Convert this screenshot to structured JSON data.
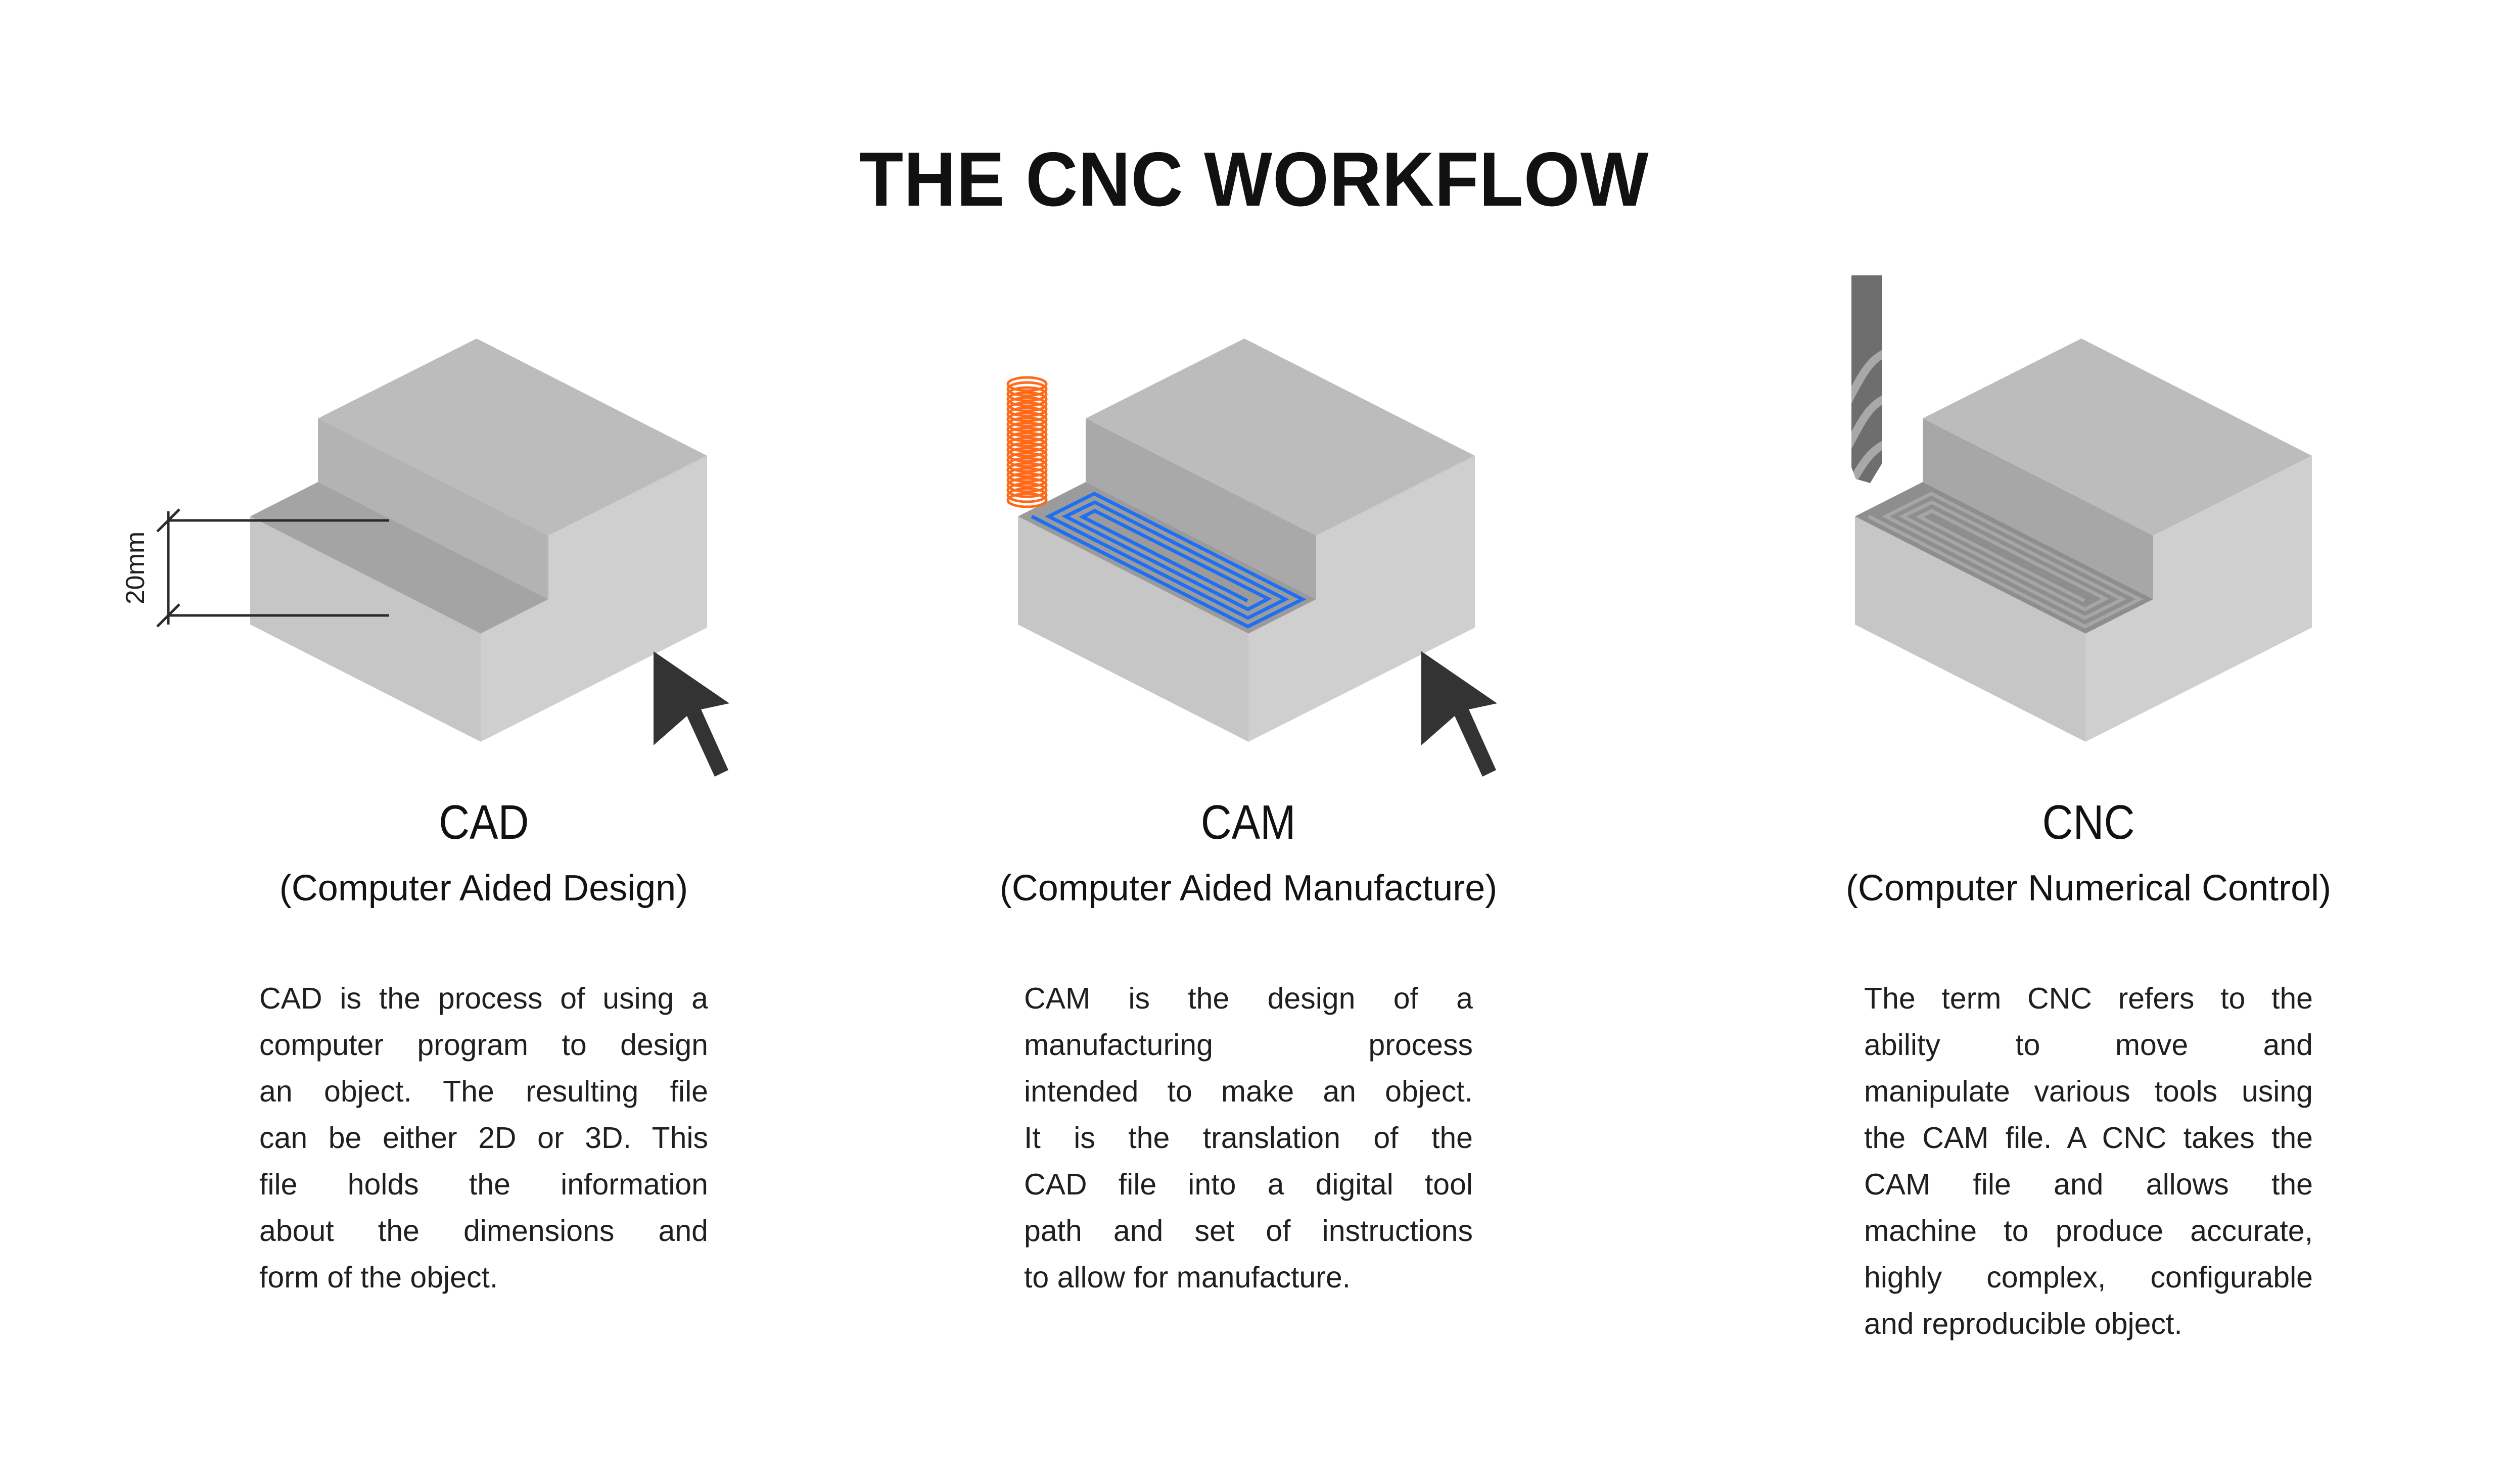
{
  "title": "THE CNC WORKFLOW",
  "dimension_label": "20mm",
  "colors": {
    "background": "#ffffff",
    "text": "#1f1f1f",
    "block_top": "#bcbcbc",
    "block_right": "#cfcfcf",
    "block_front": "#c6c6c6",
    "block_riser": "#b3b3b3",
    "block_ledge": "#a4a4a4",
    "cam_ledge": "#9b9b9b",
    "cnc_ledge": "#8e8e8e",
    "toolpath_blue": "#1e6ff2",
    "toolpath_gray": "#a6a6a6",
    "mill_coil_orange": "#ff6a1a",
    "drill_gray": "#6e6e6e",
    "drill_flute_gray": "#a8a8a8",
    "cursor_gray": "#333333",
    "dimension_line": "#2b2b2b"
  },
  "sections": [
    {
      "acronym": "CAD",
      "full_name": "(Computer Aided Design)",
      "body_lines": [
        "CAD is the process of using a",
        "computer program to design",
        "an object. The resulting file",
        "can be either 2D or 3D. This",
        "file holds the information",
        "about the dimensions and",
        "form of the object."
      ]
    },
    {
      "acronym": "CAM",
      "full_name": "(Computer Aided Manufacture)",
      "body_lines": [
        "CAM is the design of a",
        "manufacturing process",
        "intended to make an object.",
        "It is the translation of the",
        "CAD file into a digital tool",
        "path and set of instructions",
        "to allow for manufacture."
      ]
    },
    {
      "acronym": "CNC",
      "full_name": "(Computer Numerical Control)",
      "body_lines": [
        "The term CNC refers to the",
        "ability to move and",
        "manipulate various tools using",
        "the CAM file. A CNC takes the",
        "CAM file and allows the",
        "machine to produce accurate,",
        "highly complex, configurable",
        "and reproducible object."
      ]
    }
  ]
}
